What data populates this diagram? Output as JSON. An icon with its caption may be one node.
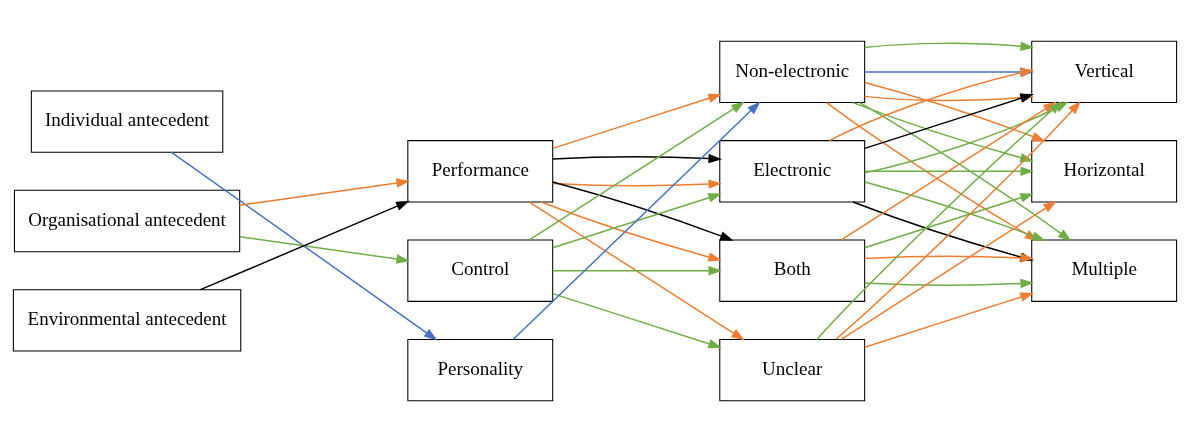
{
  "diagram": {
    "nodes": [
      {
        "text": [
          "Individual antecedent"
        ]
      },
      {
        "text": [
          "Organisational antecedent"
        ]
      },
      {
        "text": [
          "Environmental antecedent"
        ]
      },
      {
        "text": [
          "Performance"
        ]
      },
      {
        "text": [
          "Control"
        ]
      },
      {
        "text": [
          "Personality"
        ]
      },
      {
        "text": [
          "Non-electronic"
        ]
      },
      {
        "text": [
          "Electronic"
        ]
      },
      {
        "text": [
          "Both"
        ]
      },
      {
        "text": [
          "Unclear"
        ]
      },
      {
        "text": [
          "Vertical"
        ]
      },
      {
        "text": [
          "Horizontal"
        ]
      },
      {
        "text": [
          "Multiple"
        ]
      }
    ],
    "edges": [
      {
        "from": 0,
        "to": 5,
        "arrow": "to",
        "color": "#4472c4"
      },
      {
        "from": 1,
        "to": 3,
        "arrow": "to",
        "color": "#ed7d31"
      },
      {
        "from": 1,
        "to": 4,
        "arrow": "to",
        "color": "#70ad47"
      },
      {
        "from": 2,
        "to": 3,
        "arrow": "to",
        "color": "#000000"
      },
      {
        "from": 3,
        "to": 6,
        "arrow": "to",
        "color": "#ed7d31"
      },
      {
        "from": 3,
        "to": 7,
        "arrow": "to",
        "color": "#ed7d31"
      },
      {
        "from": 3,
        "to": 7,
        "arrow": "to",
        "color": "#000000"
      },
      {
        "from": 3,
        "to": 8,
        "arrow": "to",
        "color": "#ed7d31"
      },
      {
        "from": 3,
        "to": 8,
        "arrow": "to",
        "color": "#000000"
      },
      {
        "from": 3,
        "to": 9,
        "arrow": "to",
        "color": "#ed7d31"
      },
      {
        "from": 4,
        "to": 6,
        "arrow": "to",
        "color": "#70ad47"
      },
      {
        "from": 4,
        "to": 7,
        "arrow": "to",
        "color": "#70ad47"
      },
      {
        "from": 4,
        "to": 8,
        "arrow": "to",
        "color": "#70ad47"
      },
      {
        "from": 4,
        "to": 9,
        "arrow": "to",
        "color": "#70ad47"
      },
      {
        "from": 5,
        "to": 6,
        "arrow": "to",
        "color": "#4472c4"
      },
      {
        "from": 6,
        "to": 10,
        "arrow": "to",
        "color": "#ed7d31"
      },
      {
        "from": 6,
        "to": 10,
        "arrow": "to",
        "color": "#4472c4"
      },
      {
        "from": 6,
        "to": 10,
        "arrow": "to",
        "color": "#70ad47"
      },
      {
        "from": 6,
        "to": 11,
        "arrow": "to",
        "color": "#70ad47"
      },
      {
        "from": 6,
        "to": 11,
        "arrow": "to",
        "color": "#ed7d31"
      },
      {
        "from": 6,
        "to": 12,
        "arrow": "to",
        "color": "#ed7d31"
      },
      {
        "from": 6,
        "to": 12,
        "arrow": "to",
        "color": "#70ad47"
      },
      {
        "from": 7,
        "to": 10,
        "arrow": "to",
        "color": "#70ad47"
      },
      {
        "from": 7,
        "to": 10,
        "arrow": "to",
        "color": "#000000"
      },
      {
        "from": 7,
        "to": 10,
        "arrow": "to",
        "color": "#ed7d31"
      },
      {
        "from": 7,
        "to": 11,
        "arrow": "to",
        "color": "#70ad47"
      },
      {
        "from": 7,
        "to": 12,
        "arrow": "to",
        "color": "#000000"
      },
      {
        "from": 7,
        "to": 12,
        "arrow": "to",
        "color": "#70ad47"
      },
      {
        "from": 8,
        "to": 10,
        "arrow": "to",
        "color": "#ed7d31"
      },
      {
        "from": 8,
        "to": 11,
        "arrow": "to",
        "color": "#70ad47"
      },
      {
        "from": 8,
        "to": 12,
        "arrow": "to",
        "color": "#70ad47"
      },
      {
        "from": 8,
        "to": 12,
        "arrow": "to",
        "color": "#ed7d31"
      },
      {
        "from": 9,
        "to": 10,
        "arrow": "to",
        "color": "#ed7d31"
      },
      {
        "from": 9,
        "to": 10,
        "arrow": "to",
        "color": "#70ad47"
      },
      {
        "from": 9,
        "to": 11,
        "arrow": "to",
        "color": "#ed7d31"
      },
      {
        "from": 9,
        "to": 12,
        "arrow": "to",
        "color": "#ed7d31"
      }
    ]
  }
}
